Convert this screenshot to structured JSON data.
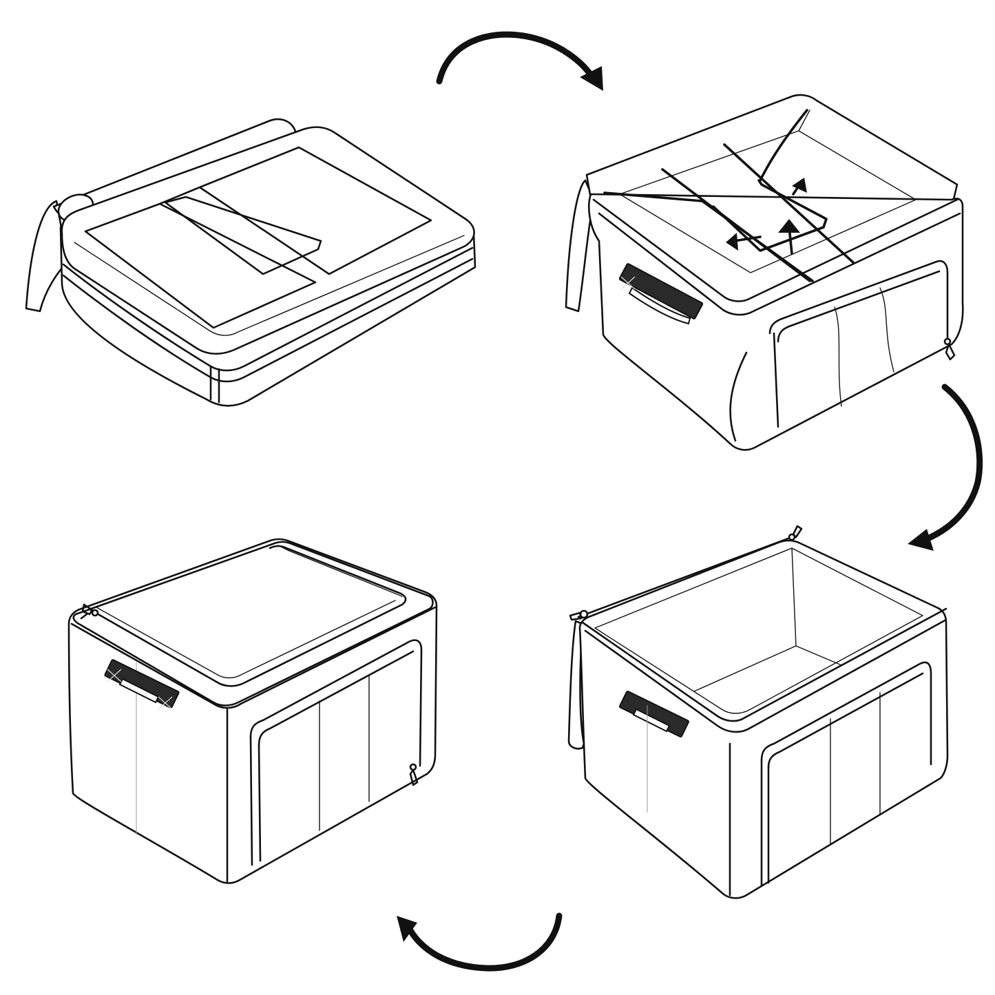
{
  "diagram": {
    "steps": [
      {
        "id": "step-1",
        "state": "folded-flat",
        "position": "top-left"
      },
      {
        "id": "step-2",
        "state": "unfolding-with-frame",
        "position": "top-right"
      },
      {
        "id": "step-3",
        "state": "open-box",
        "position": "bottom-right"
      },
      {
        "id": "step-4",
        "state": "closed-box",
        "position": "bottom-left"
      }
    ],
    "arrows": [
      {
        "id": "arrow-1-to-2",
        "direction": "clockwise"
      },
      {
        "id": "arrow-2-to-3",
        "direction": "clockwise"
      },
      {
        "id": "arrow-3-to-4",
        "direction": "clockwise"
      }
    ],
    "colors": {
      "line": "#111111",
      "background": "#ffffff",
      "handle": "#2a2a2a"
    }
  }
}
